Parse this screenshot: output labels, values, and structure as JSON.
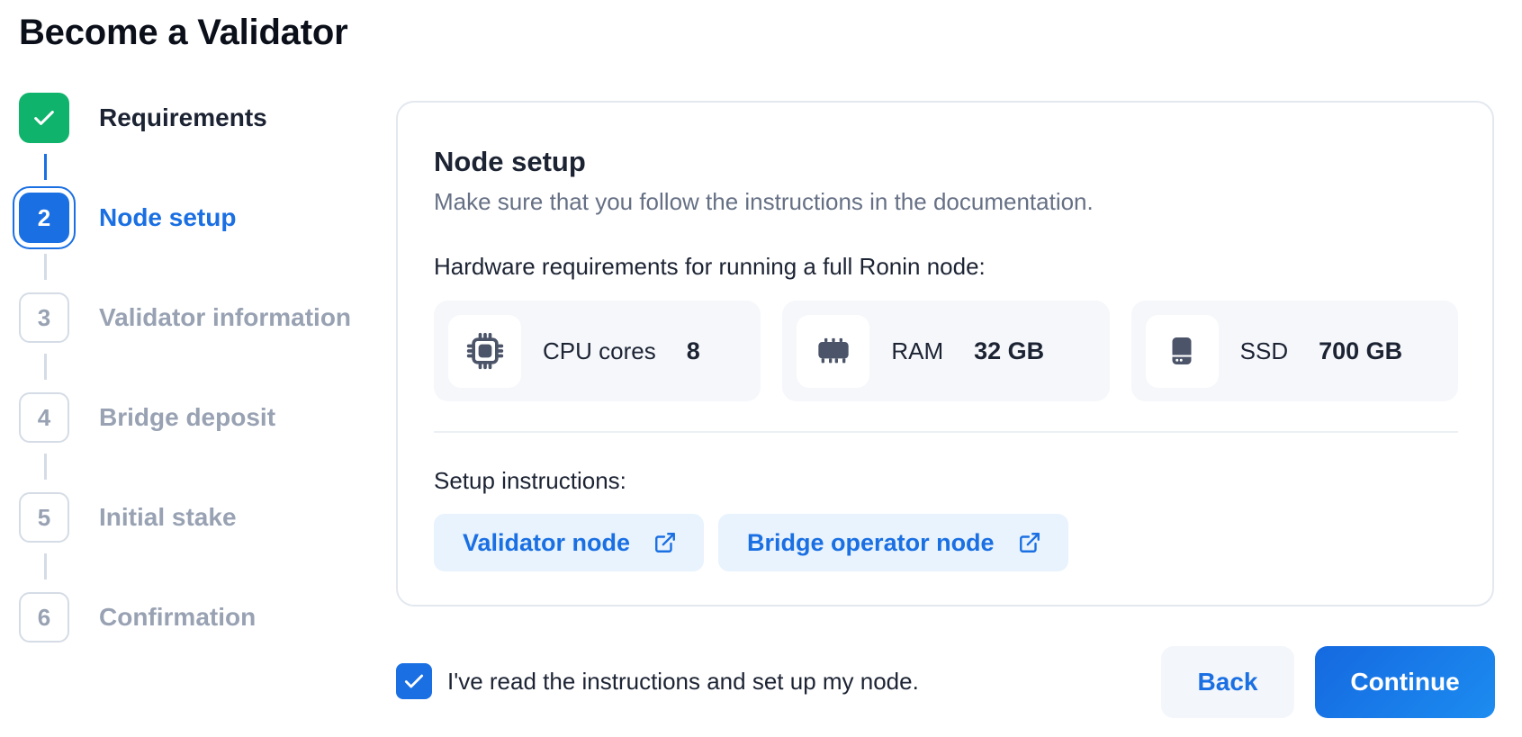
{
  "page": {
    "title": "Become a Validator"
  },
  "steps": [
    {
      "number": "1",
      "label": "Requirements",
      "state": "done",
      "icon": "check-icon"
    },
    {
      "number": "2",
      "label": "Node setup",
      "state": "active"
    },
    {
      "number": "3",
      "label": "Validator information",
      "state": "todo"
    },
    {
      "number": "4",
      "label": "Bridge deposit",
      "state": "todo"
    },
    {
      "number": "5",
      "label": "Initial stake",
      "state": "todo"
    },
    {
      "number": "6",
      "label": "Confirmation",
      "state": "todo"
    }
  ],
  "card": {
    "title": "Node setup",
    "subtitle": "Make sure that you follow the instructions in the documentation.",
    "hardware_heading": "Hardware requirements for running a full Ronin node:",
    "hardware": [
      {
        "icon": "cpu-icon",
        "label": "CPU cores",
        "value": "8"
      },
      {
        "icon": "ram-icon",
        "label": "RAM",
        "value": "32 GB"
      },
      {
        "icon": "ssd-icon",
        "label": "SSD",
        "value": "700 GB"
      }
    ],
    "setup_heading": "Setup instructions:",
    "links": [
      {
        "label": "Validator node",
        "icon": "external-link-icon"
      },
      {
        "label": "Bridge operator node",
        "icon": "external-link-icon"
      }
    ]
  },
  "footer": {
    "agree_label": "I've read the instructions and set up my node.",
    "agree_checked": true,
    "back_label": "Back",
    "continue_label": "Continue"
  },
  "colors": {
    "primary": "#1a6fe3",
    "success": "#10b36c",
    "muted": "#98a2b3",
    "text": "#1c2333",
    "panel": "#f5f7fa",
    "link_bg": "#e8f3fd"
  }
}
